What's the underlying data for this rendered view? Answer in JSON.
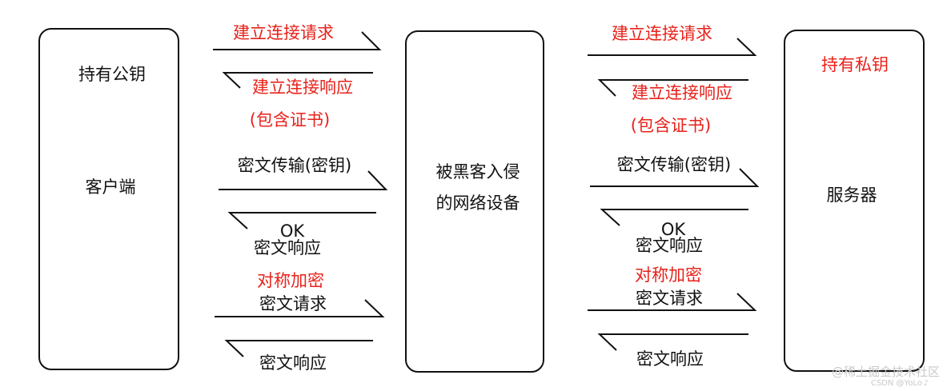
{
  "client": {
    "key_label": "持有公钥",
    "role_label": "客户端"
  },
  "middle": {
    "line1": "被黑客入侵",
    "line2": "的网络设备"
  },
  "server": {
    "key_label": "持有私钥",
    "role_label": "服务器"
  },
  "left_flow": {
    "connect_request": "建立连接请求",
    "connect_response": "建立连接响应",
    "with_cert": "(包含证书)",
    "cipher_transfer": "密文传输(密钥)",
    "ok": "OK",
    "cipher_response_1": "密文响应",
    "symmetric": "对称加密",
    "cipher_request": "密文请求",
    "cipher_response_2": "密文响应"
  },
  "right_flow": {
    "connect_request": "建立连接请求",
    "connect_response": "建立连接响应",
    "with_cert": "(包含证书)",
    "cipher_transfer": "密文传输(密钥)",
    "ok": "OK",
    "cipher_response_1": "密文响应",
    "symmetric": "对称加密",
    "cipher_request": "密文请求",
    "cipher_response_2": "密文响应"
  },
  "watermark": {
    "main": "@稀土掘金技术社区",
    "sub": "CSDN @YoLo ♪"
  },
  "colors": {
    "red": "#e8221b",
    "black": "#111111"
  }
}
